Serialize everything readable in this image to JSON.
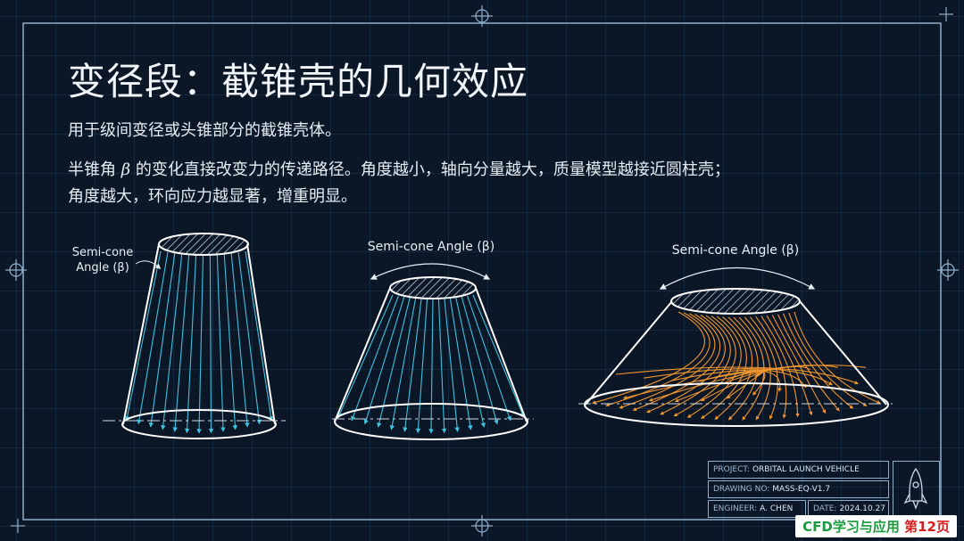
{
  "slide": {
    "title": "变径段：截锥壳的几何效应",
    "para1": "用于级间变径或头锥部分的截锥壳体。",
    "para2_line1_pre": "半锥角 ",
    "beta_symbol": "β",
    "para2_line1_post": " 的变化直接改变力的传递路径。角度越小，轴向分量越大，质量模型越接近圆柱壳；",
    "para2_line2": "角度越大，环向应力越显著，增重明显。"
  },
  "diagram": {
    "cone1_label_line1": "Semi-cone",
    "cone1_label_line2": "Angle (β)",
    "cone2_label": "Semi-cone Angle (β)",
    "cone3_label": "Semi-cone Angle (β)"
  },
  "title_block": {
    "project_label": "PROJECT:",
    "project_value": "ORBITAL LAUNCH VEHICLE",
    "drawing_label": "DRAWING NO:",
    "drawing_value": "MASS-EQ-V1.7",
    "engineer_label": "ENGINEER:",
    "engineer_value": "A. CHEN",
    "date_label": "DATE:",
    "date_value": "2024.10.27"
  },
  "watermark": {
    "part1": "CFD学习与应用",
    "part2": "第12页"
  },
  "colors": {
    "background": "#0b1626",
    "grid": "#1f3a56",
    "frame": "#8fb0cc",
    "cyan_lines": "#3fc2df",
    "orange_lines": "#f0962e",
    "outline": "#ffffff"
  }
}
